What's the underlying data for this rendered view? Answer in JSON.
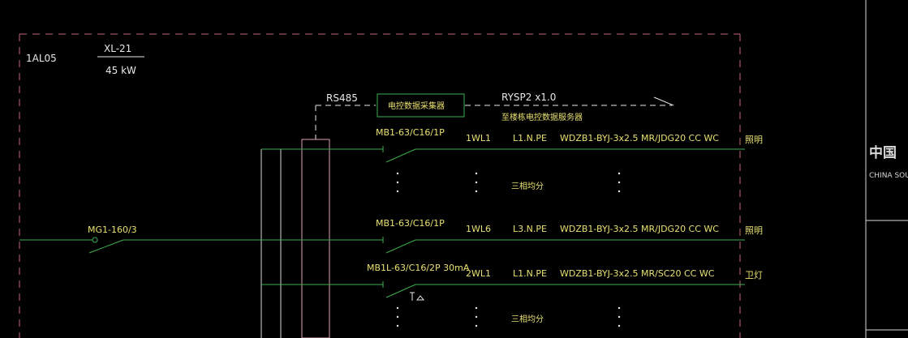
{
  "colors": {
    "background": "#000000",
    "frame_dashed": "#c06878",
    "wire_green": "#3cb050",
    "comm_dashed": "#e8e8e8",
    "text_white": "#e8e8e8",
    "text_yellow": "#e8e070",
    "busbar": "#e0a0b0"
  },
  "panel": {
    "code": "1AL05",
    "feeder": "XL-21",
    "power": "45 kW"
  },
  "comm": {
    "protocol": "RS485",
    "collector": "电控数据采集器",
    "cable": "RYSP2 x1.0",
    "destination": "至楼栋电控数据服务器"
  },
  "main_breaker": {
    "model": "MG1-160/3"
  },
  "circuits": [
    {
      "breaker": "MB1-63/C16/1P",
      "circuit_id": "1WL1",
      "phase": "L1.N.PE",
      "cable": "WDZB1-BYJ-3x2.5 MR/JDG20  CC WC",
      "load": "照明"
    },
    {
      "breaker": "MB1-63/C16/1P",
      "circuit_id": "1WL6",
      "phase": "L3.N.PE",
      "cable": "WDZB1-BYJ-3x2.5 MR/JDG20  CC WC",
      "load": "照明"
    },
    {
      "breaker": "MB1L-63/C16/2P 30mA",
      "circuit_id": "2WL1",
      "phase": "L1.N.PE",
      "cable": "WDZB1-BYJ-3x2.5 MR/SC20  CC WC",
      "load": "卫灯"
    }
  ],
  "balance_notes": [
    "三相均分",
    "三相均分"
  ],
  "title_block": {
    "company_cn": "中国",
    "company_en": "CHINA SOUT"
  }
}
